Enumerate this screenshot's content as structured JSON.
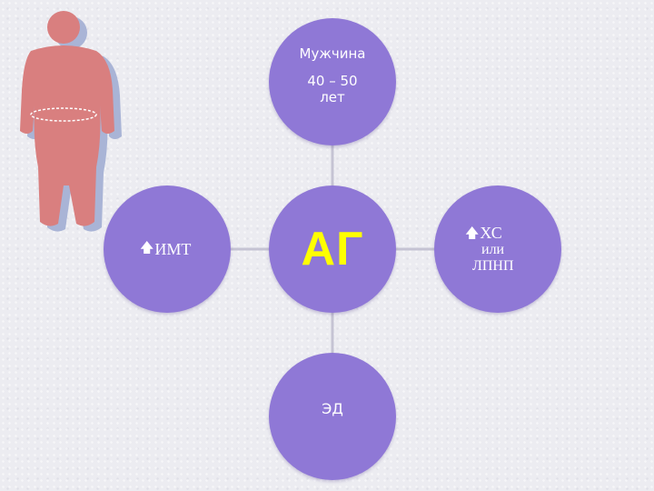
{
  "nodes": {
    "top": {
      "line1": "Мужчина",
      "line2": "40 – 50",
      "line3": "лет"
    },
    "center": {
      "label": "АГ"
    },
    "left": {
      "arrow": "🡅",
      "label": "ИМТ"
    },
    "right": {
      "arrow": "🡅",
      "line1": "ХС",
      "line2": "или",
      "line3": "ЛПНП"
    },
    "bottom": {
      "label": "ЭД"
    }
  },
  "colors": {
    "node_fill": "#8f78d6",
    "center_text": "#ffff00",
    "text": "#ffffff",
    "connector": "#c5c3d3",
    "figure_fill": "#d97f7f",
    "figure_shadow": "#a9b4d6",
    "waist_line": "#ffffff"
  },
  "icons": {
    "figure": "overweight-man-silhouette-icon",
    "arrow": "up-arrow-icon"
  }
}
